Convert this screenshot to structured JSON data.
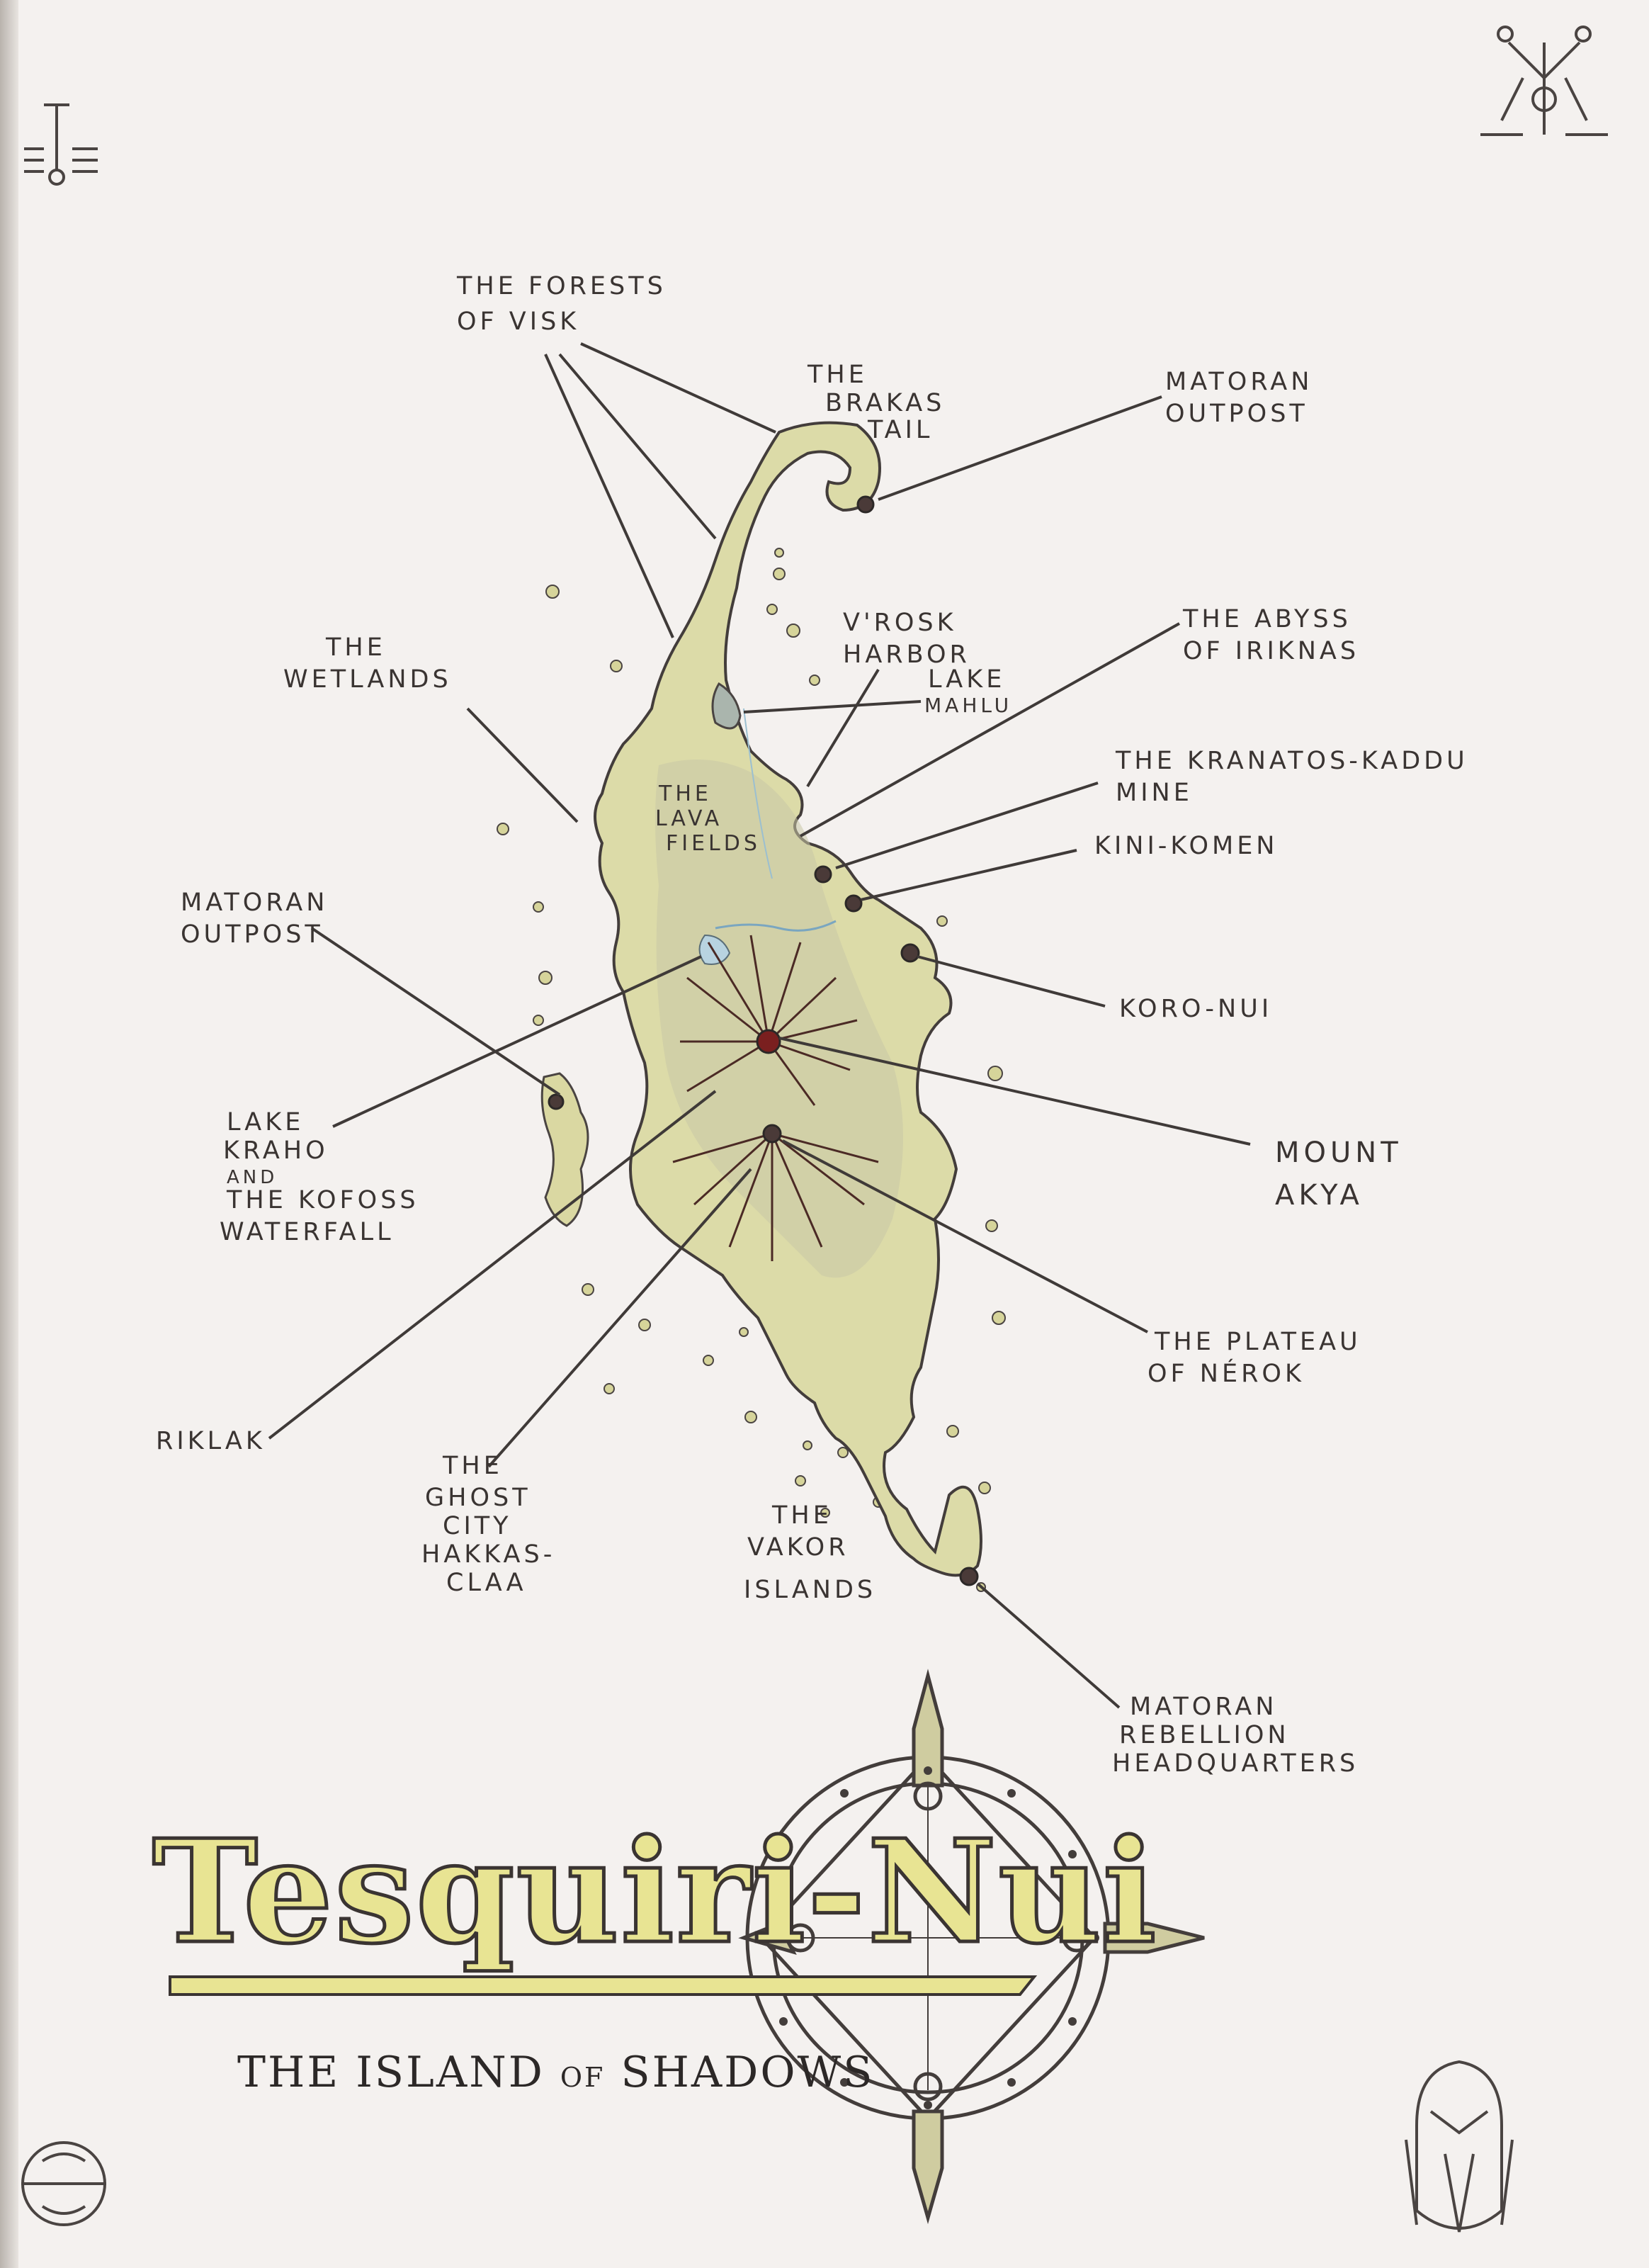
{
  "map": {
    "title": "Tesquiri-Nui",
    "subtitle_part1": "THE ISLAND ",
    "subtitle_of": "OF",
    "subtitle_part2": " SHADOWS",
    "colors": {
      "paper": "#f4f1ef",
      "land": "#dcdba8",
      "ink": "#3a3432",
      "title_fill": "#e8e493",
      "lake": "#b8d3e0"
    },
    "labels": {
      "forests_l1": "THE FORESTS",
      "forests_l2": "OF VISK",
      "brakas_l1": "THE",
      "brakas_l2": "BRAKAS",
      "brakas_l3": "TAIL",
      "outpost_ne_l1": "MATORAN",
      "outpost_ne_l2": "OUTPOST",
      "vrosk_l1": "V'ROSK",
      "vrosk_l2": "HARBOR",
      "mahlu_l1": "LAKE",
      "mahlu_l2": "MAHLU",
      "abyss_l1": "THE ABYSS",
      "abyss_l2": "OF IRIKNAS",
      "wetlands_l1": "THE",
      "wetlands_l2": "WETLANDS",
      "lava_l1": "THE",
      "lava_l2": "LAVA",
      "lava_l3": "FIELDS",
      "mine_l1": "THE KRANATOS-KADDU",
      "mine_l2": "MINE",
      "kini_komen": "KINI-KOMEN",
      "outpost_w_l1": "MATORAN",
      "outpost_w_l2": "OUTPOST",
      "koro_nui": "KORO-NUI",
      "kraho_l1": "LAKE",
      "kraho_l2": "KRAHO",
      "kraho_l3": "AND",
      "kraho_l4": "THE KOFOSS",
      "kraho_l5": "WATERFALL",
      "akya_l1": "MOUNT",
      "akya_l2": "AKYA",
      "nerok_l1": "THE PLATEAU",
      "nerok_l2": "OF NÉROK",
      "riklak": "RIKLAK",
      "ghost_l1": "THE",
      "ghost_l2": "GHOST",
      "ghost_l3": "CITY",
      "ghost_l4": "HAKKAS-",
      "ghost_l5": "CLAA",
      "vakor_l1": "THE",
      "vakor_l2": "VAKOR",
      "vakor_l3": "ISLANDS",
      "rebellion_l1": "MATORAN",
      "rebellion_l2": "REBELLION",
      "rebellion_l3": "HEADQUARTERS"
    },
    "icons": {
      "top_left": "glyph-symbol-icon",
      "top_right": "glyph-symbol-icon",
      "bottom_left": "glyph-symbol-icon",
      "bottom_right": "mask-icon",
      "compass": "compass-rose-icon"
    }
  }
}
